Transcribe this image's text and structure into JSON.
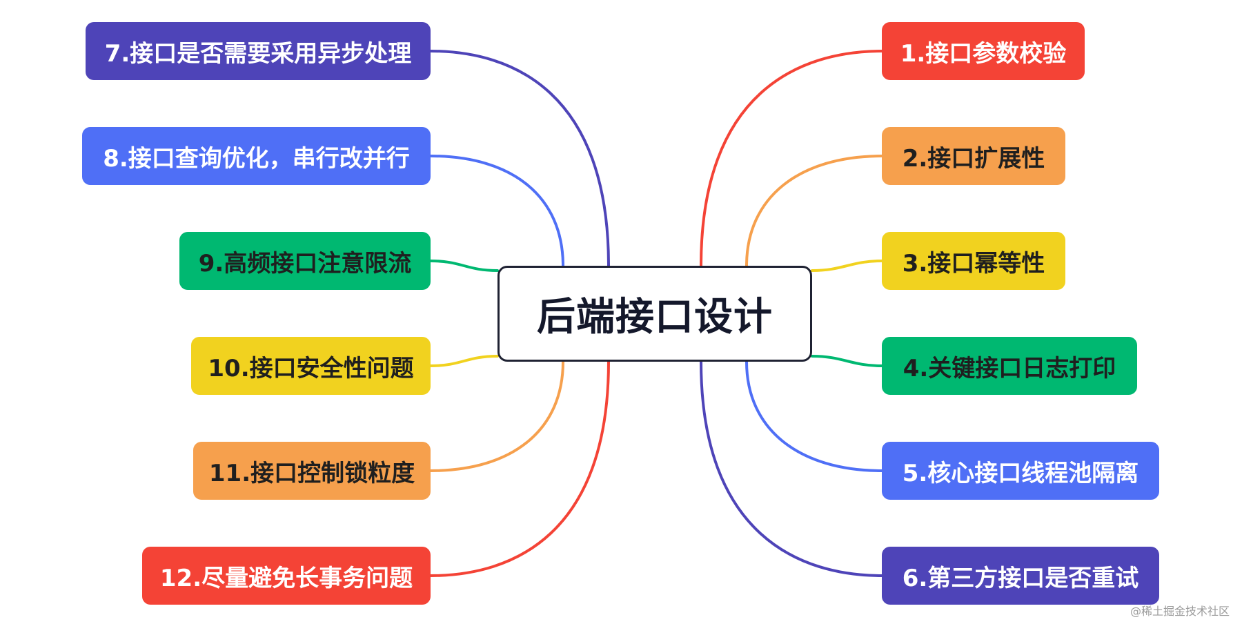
{
  "center": {
    "label": "后端接口设计"
  },
  "branches": [
    {
      "label": "1.接口参数校验",
      "color": "#f44336",
      "text_color": "#ffffff"
    },
    {
      "label": "2.接口扩展性",
      "color": "#f6a04d",
      "text_color": "#1f1f1f"
    },
    {
      "label": "3.接口幂等性",
      "color": "#f1d21f",
      "text_color": "#1f1f1f"
    },
    {
      "label": "4.关键接口日志打印",
      "color": "#00b871",
      "text_color": "#1f1f1f"
    },
    {
      "label": "5.核心接口线程池隔离",
      "color": "#4f6ff6",
      "text_color": "#ffffff"
    },
    {
      "label": "6.第三方接口是否重试",
      "color": "#4e44b8",
      "text_color": "#ffffff"
    },
    {
      "label": "7.接口是否需要采用异步处理",
      "color": "#4e44b8",
      "text_color": "#ffffff"
    },
    {
      "label": "8.接口查询优化，串行改并行",
      "color": "#4f6ff6",
      "text_color": "#ffffff"
    },
    {
      "label": "9.高频接口注意限流",
      "color": "#00b871",
      "text_color": "#1f1f1f"
    },
    {
      "label": "10.接口安全性问题",
      "color": "#f1d21f",
      "text_color": "#1f1f1f"
    },
    {
      "label": "11.接口控制锁粒度",
      "color": "#f6a04d",
      "text_color": "#1f1f1f"
    },
    {
      "label": "12.尽量避免长事务问题",
      "color": "#f44336",
      "text_color": "#ffffff"
    }
  ],
  "watermark": "@稀土掘金技术社区"
}
